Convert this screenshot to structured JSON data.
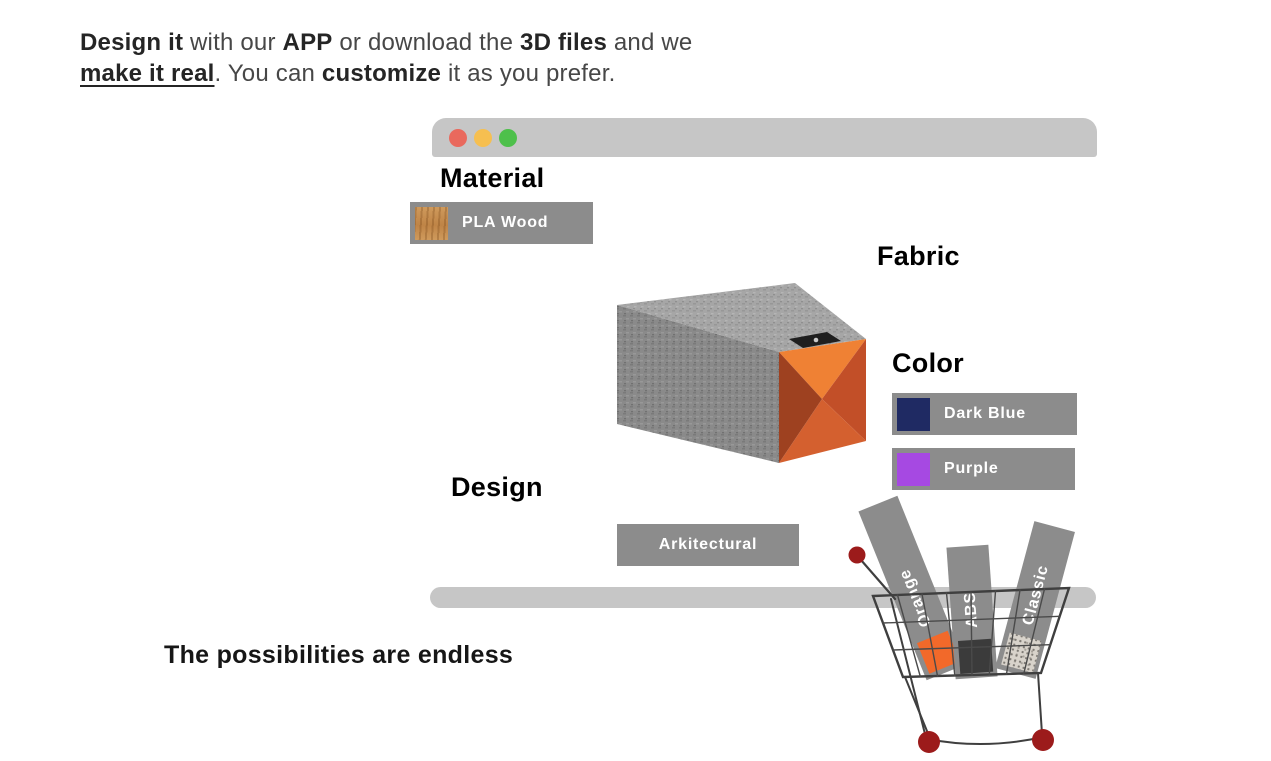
{
  "intro": {
    "design_it": "Design it",
    "with_our": " with our ",
    "app": "APP",
    "or_download": " or download the ",
    "files_3d": "3D files",
    "and_we": " and we",
    "make_it_real": "make it real",
    "you_can": ". You can ",
    "customize": "customize",
    "as_you_prefer": " it as you prefer."
  },
  "browser": {
    "traffic_lights": [
      {
        "name": "close",
        "hex": "#e9695d"
      },
      {
        "name": "minimize",
        "hex": "#f6bf50"
      },
      {
        "name": "zoom",
        "hex": "#4ec04b"
      }
    ]
  },
  "sections": {
    "material": {
      "heading": "Material",
      "option_label": "PLA Wood",
      "swatch": "wood"
    },
    "fabric": {
      "heading": "Fabric"
    },
    "color": {
      "heading": "Color",
      "options": [
        {
          "label": "Dark Blue",
          "hex": "#1f2a63"
        },
        {
          "label": "Purple",
          "hex": "#a649e2"
        }
      ]
    },
    "design": {
      "heading": "Design",
      "option_label": "Arkitectural"
    }
  },
  "cart": {
    "items": [
      {
        "label": "Orange",
        "hex": "#f2692a"
      },
      {
        "label": "ABS",
        "hex": "#3b3b3b"
      },
      {
        "label": "Classic",
        "swatch": "speckled-fabric"
      }
    ]
  },
  "tagline": "The possibilities are endless",
  "palette": {
    "option_chip_gray": "#8c8c8c",
    "bar_gray": "#c6c6c6",
    "cart_red": "#9c1b1b",
    "speaker_orange": "#d4602f",
    "speaker_fabric_gray": "#8a8a8a"
  }
}
